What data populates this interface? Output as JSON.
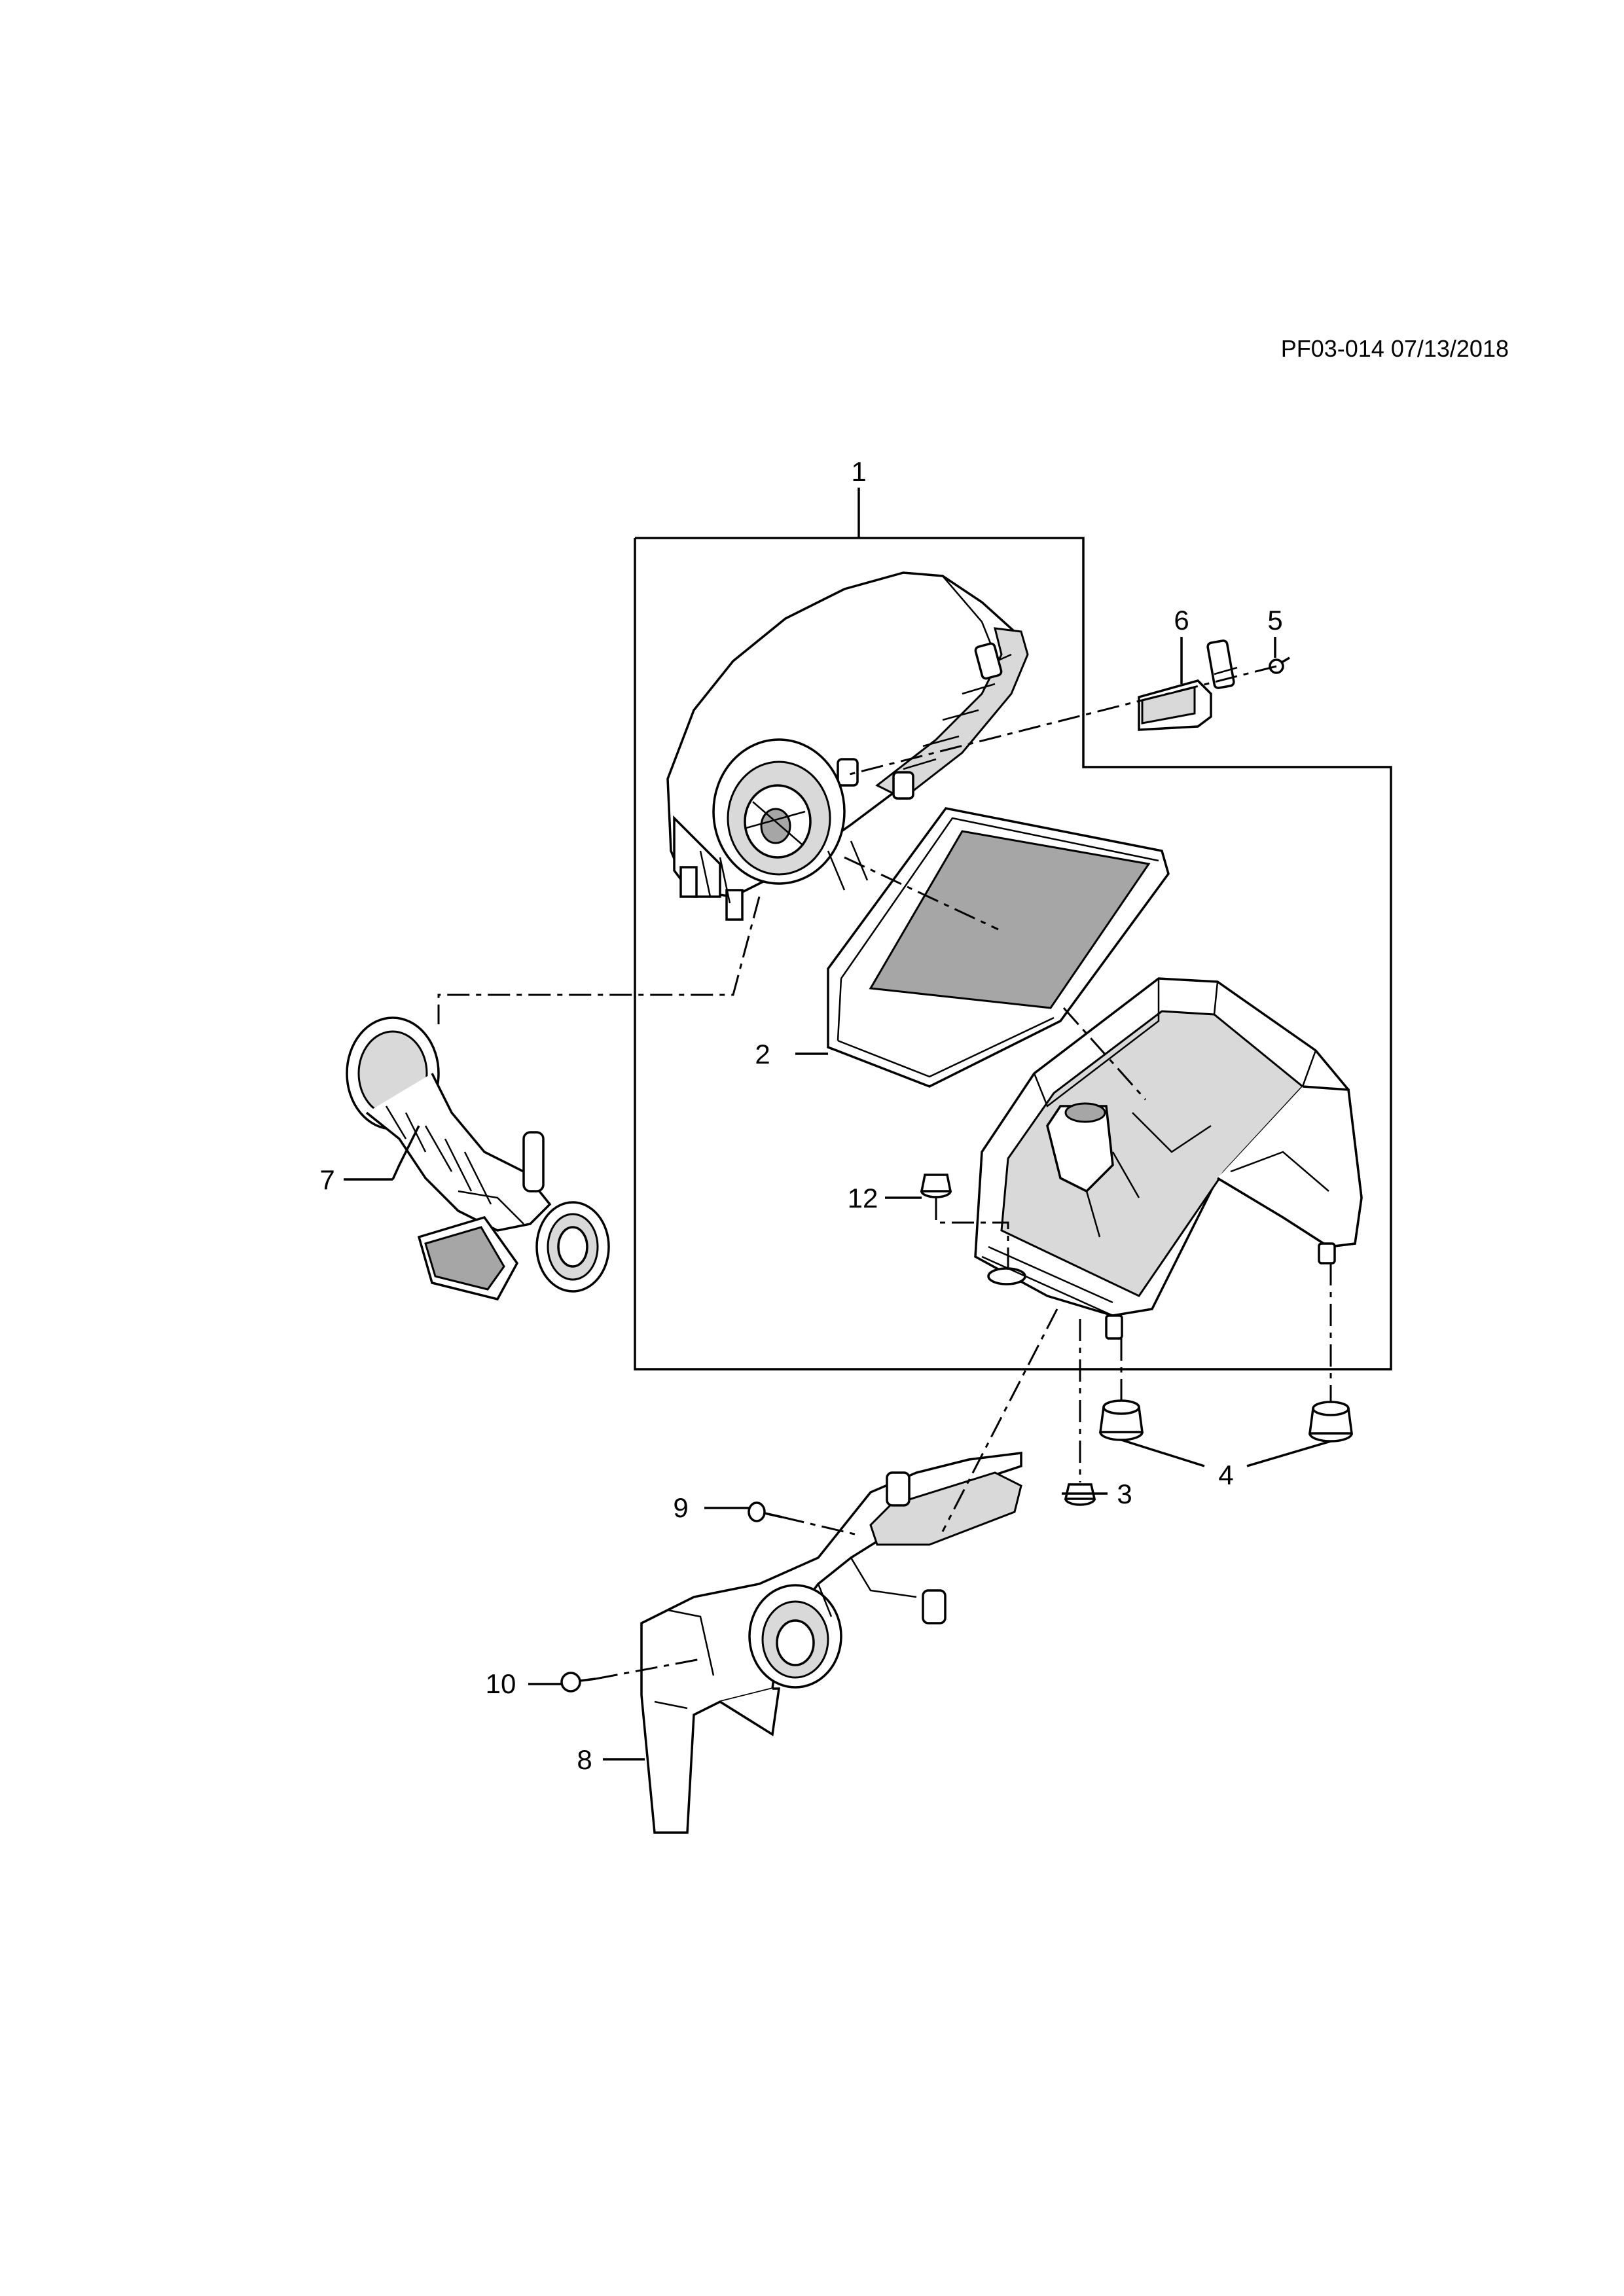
{
  "document_id": "PF03-014 07/13/2018",
  "callouts": {
    "c1": "1",
    "c2": "2",
    "c3": "3",
    "c4": "4",
    "c5": "5",
    "c6": "6",
    "c7": "7",
    "c8": "8",
    "c9": "9",
    "c10": "10",
    "c12": "12"
  }
}
